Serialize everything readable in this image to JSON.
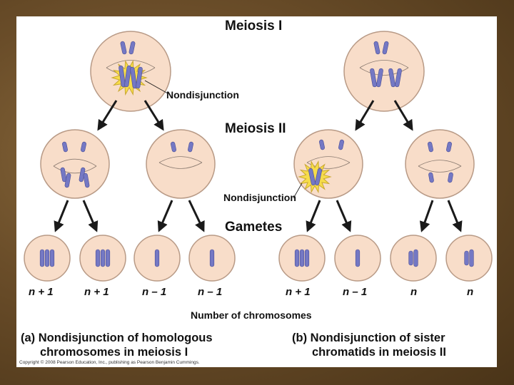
{
  "headings": {
    "meiosis_1": "Meiosis I",
    "meiosis_2": "Meiosis II",
    "gametes": "Gametes"
  },
  "nondisjunction_labels": [
    "Nondisjunction",
    "Nondisjunction"
  ],
  "chromosome_counts": [
    "n + 1",
    "n + 1",
    "n – 1",
    "n – 1",
    "n + 1",
    "n – 1",
    "n",
    "n"
  ],
  "axis_label": "Number of chromosomes",
  "captions": {
    "a_line1": "(a) Nondisjunction of homologous",
    "a_line2": "chromosomes in meiosis I",
    "b_line1": "(b) Nondisjunction of sister",
    "b_line2": "chromatids in meiosis II"
  },
  "copyright": "Copyright © 2008 Pearson Education, Inc., publishing as Pearson Benjamin Cummings.",
  "colors": {
    "cell_fill": "#f8ddc9",
    "cell_stroke": "#b89a86",
    "chromosome": "#7478c4",
    "flash": "#f6dc4a",
    "arrow": "#1a1a1a"
  }
}
